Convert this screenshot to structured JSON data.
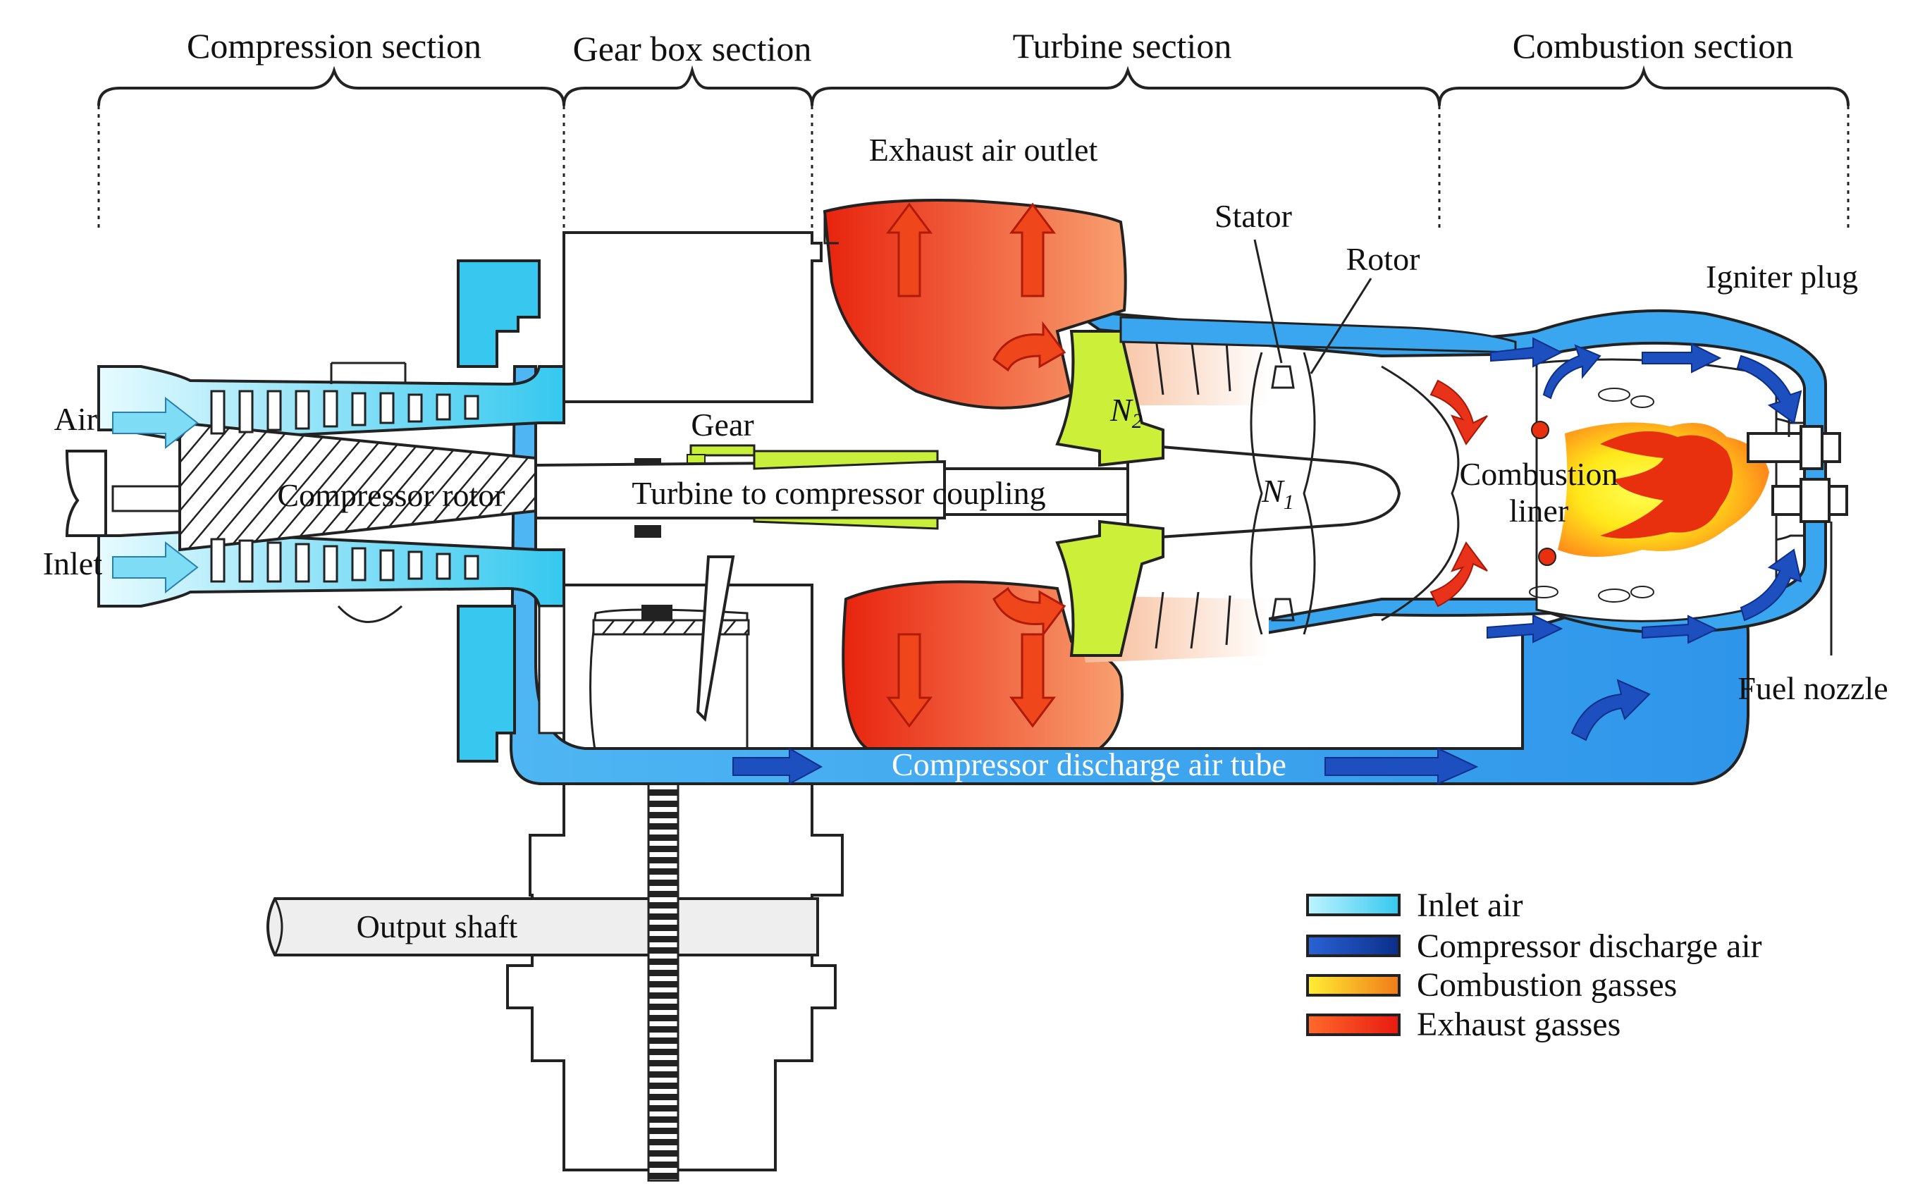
{
  "sections": {
    "compression": "Compression section",
    "gearbox": "Gear box section",
    "turbine": "Turbine section",
    "combustion": "Combustion section"
  },
  "labels": {
    "exhaust_air_outlet": "Exhaust air outlet",
    "stator": "Stator",
    "rotor": "Rotor",
    "igniter_plug": "Igniter plug",
    "air": "Air",
    "inlet": "Inlet",
    "gear": "Gear",
    "compressor_rotor": "Compressor rotor",
    "coupling": "Turbine to compressor coupling",
    "n2_base": "N",
    "n2_sub": "2",
    "n1_base": "N",
    "n1_sub": "1",
    "combustion_liner_1": "Combustion",
    "combustion_liner_2": "liner",
    "fuel_nozzle": "Fuel nozzle",
    "discharge_tube": "Compressor discharge air tube",
    "output_shaft": "Output shaft"
  },
  "legend": [
    {
      "label": "Inlet air",
      "color_start": "#bff4ff",
      "color_end": "#35c8ef"
    },
    {
      "label": "Compressor discharge air",
      "color_start": "#1a4fc0",
      "color_end": "#0b2f8a"
    },
    {
      "label": "Combustion gasses",
      "color_start": "#ffee33",
      "color_end": "#f07a1a"
    },
    {
      "label": "Exhaust gasses",
      "color_start": "#ff6a2a",
      "color_end": "#e81a10"
    }
  ],
  "colors": {
    "inlet_air": "#47d0f2",
    "discharge_air": "#3aa6ef",
    "discharge_arrow": "#1d4fbf",
    "exhaust": "#f0481e",
    "combustion": "#ffe81a",
    "turbine_blade": "#ccf03a"
  }
}
